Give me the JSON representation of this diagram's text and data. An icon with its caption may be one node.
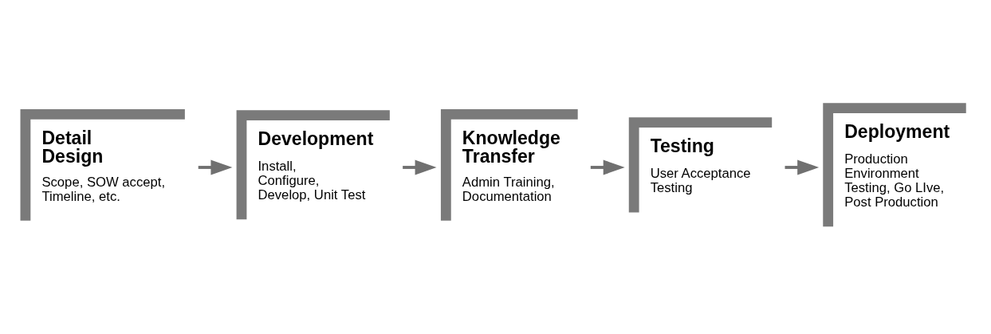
{
  "diagram": {
    "nodes": [
      {
        "text": [
          "Detail Design",
          "Scope, SOW accept, Timeline, etc."
        ]
      },
      {
        "text": [
          "Development",
          "Install, Configure, Develop, Unit Test"
        ]
      },
      {
        "text": [
          "Knowledge Transfer",
          "Admin Training, Documentation"
        ]
      },
      {
        "text": [
          "Testing",
          "User Acceptance Testing"
        ]
      },
      {
        "text": [
          "Deployment",
          "Production Environment Testing, Go LIve, Post Production"
        ]
      }
    ],
    "edges": [
      {
        "from": 0,
        "to": 1,
        "arrow": "to"
      },
      {
        "from": 1,
        "to": 2,
        "arrow": "to"
      },
      {
        "from": 2,
        "to": 3,
        "arrow": "to"
      },
      {
        "from": 3,
        "to": 4,
        "arrow": "to"
      }
    ]
  }
}
